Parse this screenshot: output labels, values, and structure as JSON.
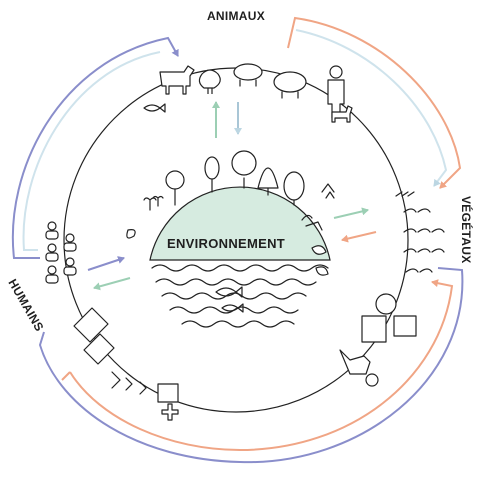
{
  "labels": {
    "top": "ANIMAUX",
    "right": "VÉGÉTAUX",
    "left": "HUMAINS",
    "center": "ENVIRONNEMENT"
  },
  "colors": {
    "blue": "#8a8ecb",
    "orange": "#f0a585",
    "light_blue": "#cfe3ec",
    "green": "#9ccfb4",
    "green_fill": "#d6ebe0",
    "light_orange": "#f7c7b3",
    "ink": "#222222"
  },
  "icons": [
    "cow-icon",
    "chicken-icon",
    "pig-icon",
    "sheep-icon",
    "farmer-icon",
    "dog-icon",
    "fish-icon",
    "trees-icon",
    "seedlings-icon",
    "lab-icon",
    "microscope-icon",
    "people-icon",
    "hospital-icon",
    "waves-icon",
    "fish-in-water-icon"
  ]
}
